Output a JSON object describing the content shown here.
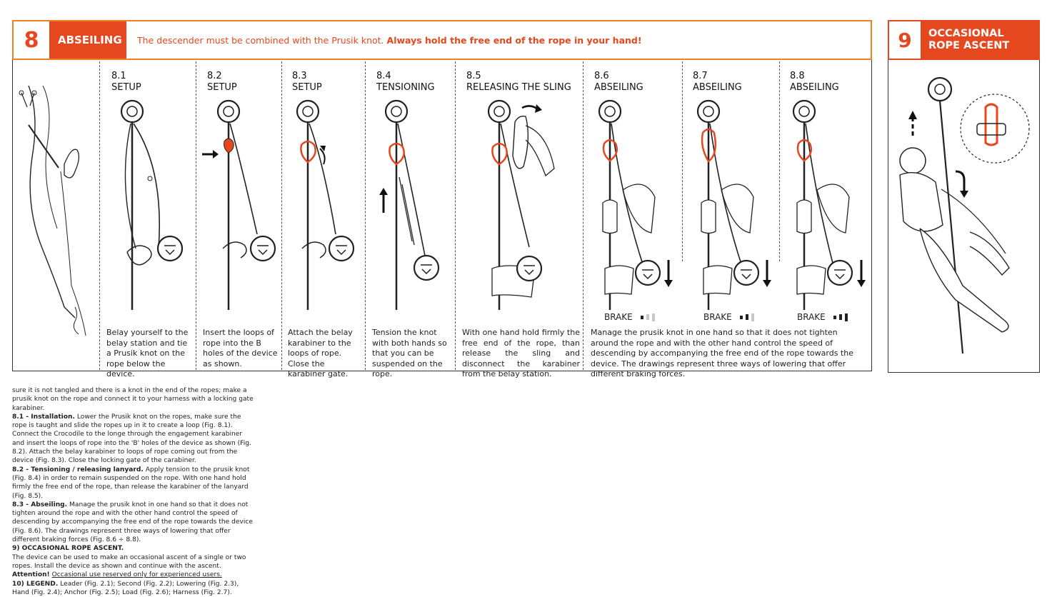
{
  "section8": {
    "number": "8",
    "label": "ABSEILING",
    "header_text": "The descender must be combined with the Prusik knot.",
    "header_bold": "Always hold the free end of the rope in your hand!",
    "panels": [
      {
        "num": "8.1",
        "title": "SETUP",
        "desc": "Belay yourself to the belay station and tie a Prusik knot on the rope below the device."
      },
      {
        "num": "8.2",
        "title": "SETUP",
        "desc": "Insert the loops of rope into the B holes of the device as shown."
      },
      {
        "num": "8.3",
        "title": "SETUP",
        "desc": "Attach the belay karabiner to the loops of rope. Close the karabiner gate."
      },
      {
        "num": "8.4",
        "title": "TENSIONING",
        "desc": "Tension the knot with both hands so that you can be suspended on the rope."
      },
      {
        "num": "8.5",
        "title": "RELEASING THE SLING",
        "desc": "With one hand hold firmly the free end of the rope, than release the sling and disconnect the karabiner from the belay station."
      },
      {
        "num": "8.6",
        "title": "ABSEILING",
        "brake": "BRAKE"
      },
      {
        "num": "8.7",
        "title": "ABSEILING",
        "brake": "BRAKE"
      },
      {
        "num": "8.8",
        "title": "ABSEILING",
        "brake": "BRAKE"
      }
    ],
    "abseil_desc": "Manage the prusik knot in one hand so that it does not tighten around the rope and with the other hand control the speed of descending by accompanying the free end of the rope towards the device. The drawings represent three ways of lowering that offer different braking forces."
  },
  "section9": {
    "number": "9",
    "label_line1": "OCCASIONAL",
    "label_line2": "ROPE ASCENT"
  },
  "body_text": {
    "p1": "sure it is not tangled and there is a knot in the end of the ropes; make a prusik knot on the rope and connect it to your harness with a locking gate karabiner.",
    "h81": "8.1 - Installation.",
    "p81": "Lower the Prusik knot on the ropes, make sure the rope is taught and slide the ropes up in it to create a loop (Fig. 8.1). Connect the Crocodile to the longe through the engagement karabiner and insert the loops of rope into the 'B' holes of the device as shown (Fig. 8.2). Attach the belay karabiner to loops of rope coming out from the device (Fig. 8.3). Close the locking gate of the carabiner.",
    "h82": "8.2 - Tensioning / releasing lanyard.",
    "p82": "Apply tension to the prusik knot (Fig. 8.4) in order to remain suspended on the rope. With one hand hold firmly the free end of the rope, than release the karabiner of the lanyard (Fig. 8.5).",
    "h83": "8.3 - Abseiling.",
    "p83": "Manage the prusik knot in one hand so that it does not tighten around the rope and with the other hand control the speed of descending by accompanying the free end of the rope towards the device (Fig. 8.6). The drawings represent three ways of lowering that offer different braking forces (Fig. 8.6 ÷ 8.8).",
    "h9": "9) OCCASIONAL ROPE ASCENT.",
    "p9": "The device can be used to make an occasional ascent of a single or two ropes. Install the device as shown and continue with the ascent.",
    "p9b": "Attention!",
    "p9u": "Occasional use reserved only for experienced users.",
    "h10": "10) LEGEND.",
    "p10": "Leader (Fig. 2.1); Second (Fig. 2.2); Lowering (Fig. 2.3), Hand (Fig. 2.4); Anchor (Fig. 2.5); Load (Fig. 2.6); Harness (Fig. 2.7)."
  },
  "colors": {
    "accent": "#e5481f",
    "header_border": "#f08020",
    "line": "#333333"
  }
}
